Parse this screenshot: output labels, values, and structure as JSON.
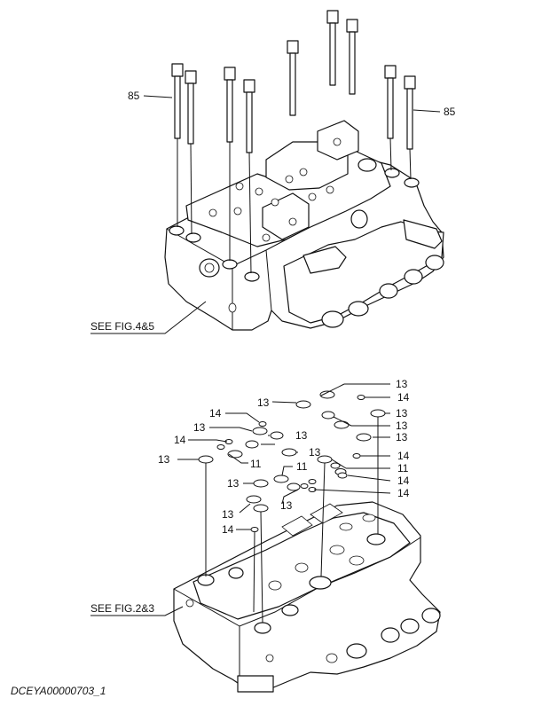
{
  "callouts": {
    "bolt_left": "85",
    "bolt_right": "85",
    "see_upper": "SEE FIG.4&5",
    "see_lower": "SEE FIG.2&3",
    "c1": "13",
    "c2": "14",
    "c3": "13",
    "c4": "14",
    "c5": "13",
    "c6": "13",
    "c7": "13",
    "c8": "14",
    "c9": "13",
    "c10": "13",
    "c11": "14",
    "c12": "11",
    "c13": "13",
    "c14": "11",
    "c15": "11",
    "c16": "14",
    "c17": "13",
    "c18": "14",
    "c19": "13",
    "c20": "13",
    "c21": "14"
  },
  "doc_id": "DCEYA00000703_1"
}
